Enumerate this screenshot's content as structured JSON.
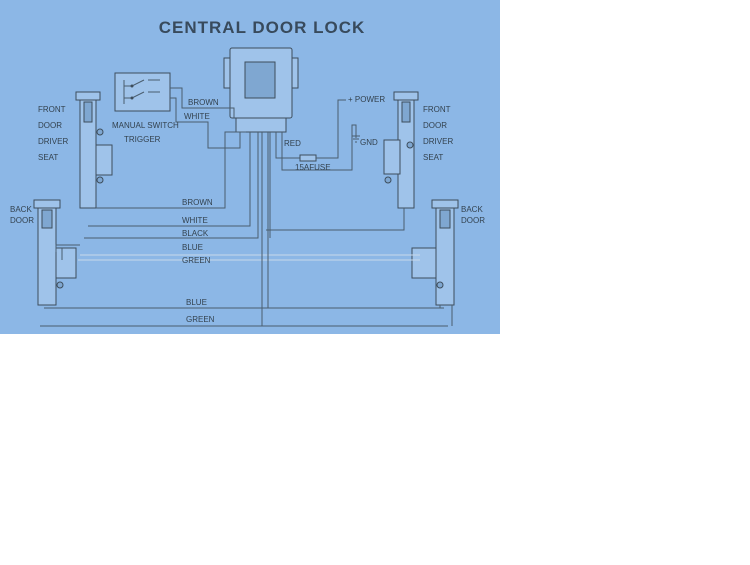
{
  "title": "CENTRAL DOOR LOCK",
  "colors": {
    "panel": "#8cb7e6",
    "ink": "#384a5c",
    "page": "#ffffff"
  },
  "labels": {
    "front": "FRONT",
    "door": "DOOR",
    "driver": "DRIVER",
    "seat": "SEAT",
    "front_r": "FRONT",
    "door_r": "DOOR",
    "driver_r": "DRIVER",
    "seat_r": "SEAT",
    "back_l": "BACK",
    "backdoor_l": "DOOR",
    "back_r": "BACK",
    "backdoor_r": "DOOR",
    "manual_switch": "MANUAL SWITCH",
    "trigger": "TRIGGER",
    "power": "+ POWER",
    "gnd": "GND",
    "red": "RED",
    "fuse": "15AFUSE",
    "brown_top": "BROWN",
    "white_top": "WHITE",
    "brown": "BROWN",
    "white": "WHITE",
    "black": "BLACK",
    "blue_mid": "BLUE",
    "green_mid": "GREEN",
    "blue_bottom": "BLUE",
    "green_bottom": "GREEN"
  }
}
